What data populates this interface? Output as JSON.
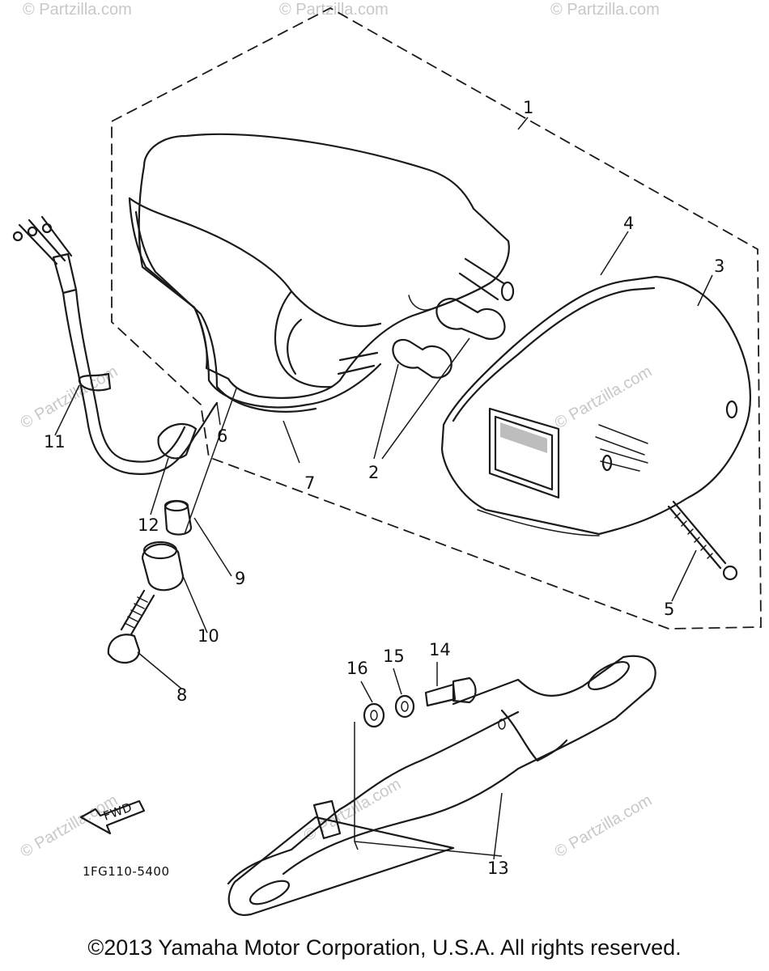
{
  "diagram": {
    "callouts": [
      "1",
      "2",
      "3",
      "4",
      "5",
      "6",
      "7",
      "8",
      "9",
      "10",
      "11",
      "12",
      "13",
      "14",
      "15",
      "16"
    ],
    "drawing_code": "1FG110-5400",
    "fwd_label": "FWD",
    "watermark": "© Partzilla.com"
  },
  "footer": {
    "copyright": "©2013 Yamaha Motor Corporation, U.S.A. All rights reserved."
  }
}
